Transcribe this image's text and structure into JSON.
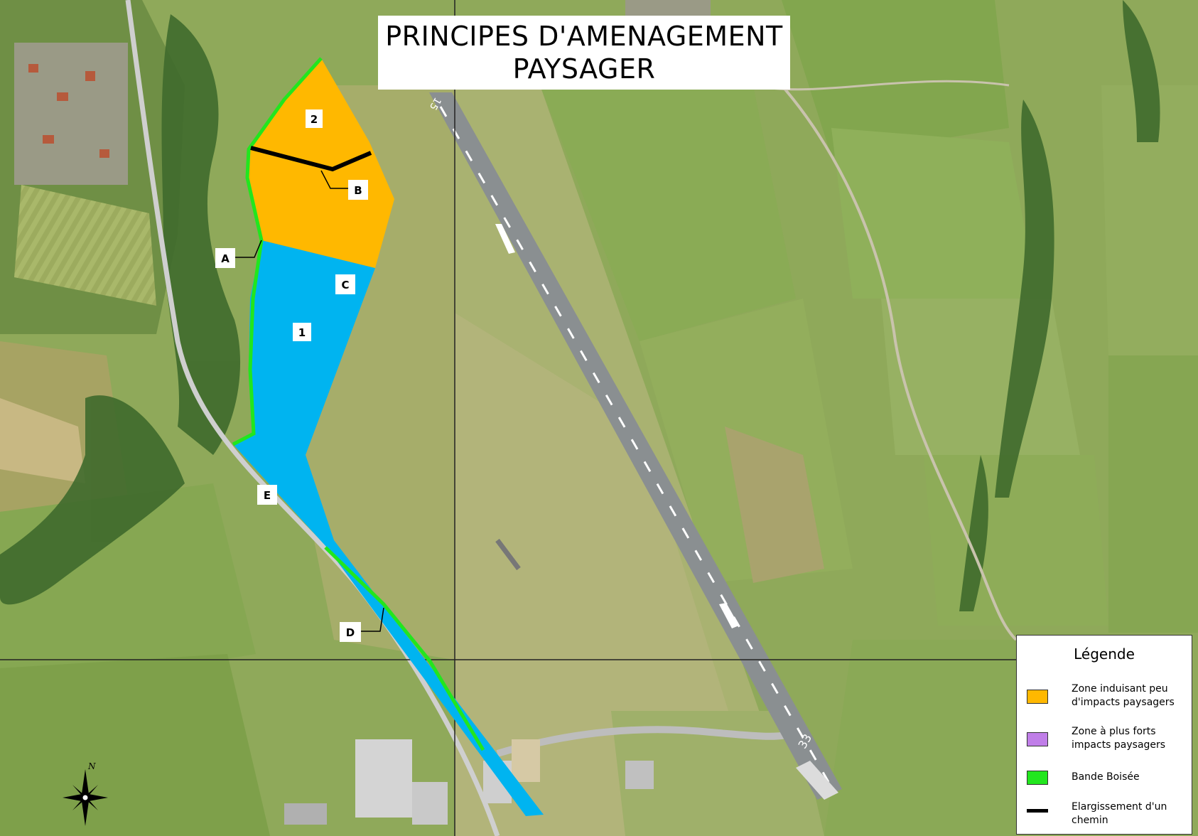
{
  "title": {
    "line1": "PRINCIPES D'AMENAGEMENT",
    "line2": "PAYSAGER"
  },
  "zone_labels": {
    "zone_1": "1",
    "zone_2": "2"
  },
  "marker_labels": {
    "a": "A",
    "b": "B",
    "c": "C",
    "d": "D",
    "e": "E"
  },
  "runway_numbers": {
    "north": "15",
    "south": "33"
  },
  "compass": {
    "north_letter": "N"
  },
  "legend": {
    "title": "Légende",
    "items": [
      {
        "label_line1": "Zone induisant peu",
        "label_line2": "d'impacts paysagers",
        "color": "#FFB800",
        "type": "swatch"
      },
      {
        "label_line1": "Zone à plus forts",
        "label_line2": "impacts paysagers",
        "color": "#C07EE8",
        "type": "swatch"
      },
      {
        "label_line1": "Bande Boisée",
        "label_line2": "",
        "color": "#22E61E",
        "type": "swatch"
      },
      {
        "label_line1": "Elargissement d'un",
        "label_line2": "chemin",
        "color": "#000000",
        "type": "line"
      }
    ]
  },
  "colors": {
    "zone_orange": "#FFB800",
    "zone_blue": "#00B4F0",
    "green_band": "#22E61E",
    "widened_path": "#000000"
  }
}
